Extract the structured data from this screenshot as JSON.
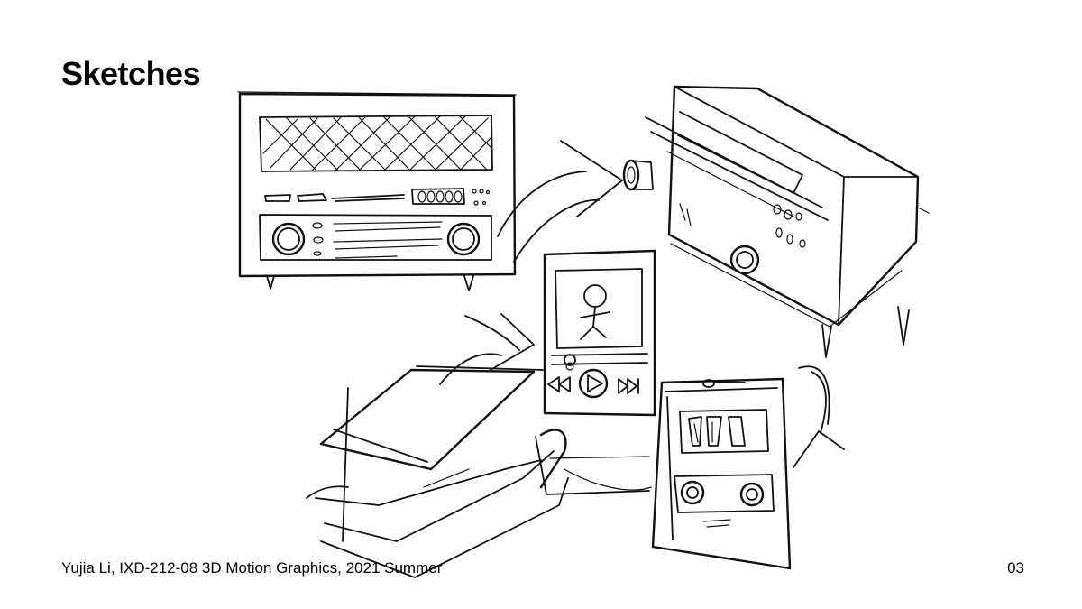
{
  "slide": {
    "title": "Sketches",
    "footer": "Yujia Li, IXD-212-08 3D Motion Graphics, 2021 Summer",
    "page_number": "03"
  },
  "colors": {
    "background": "#ffffff",
    "ink": "#111111"
  }
}
